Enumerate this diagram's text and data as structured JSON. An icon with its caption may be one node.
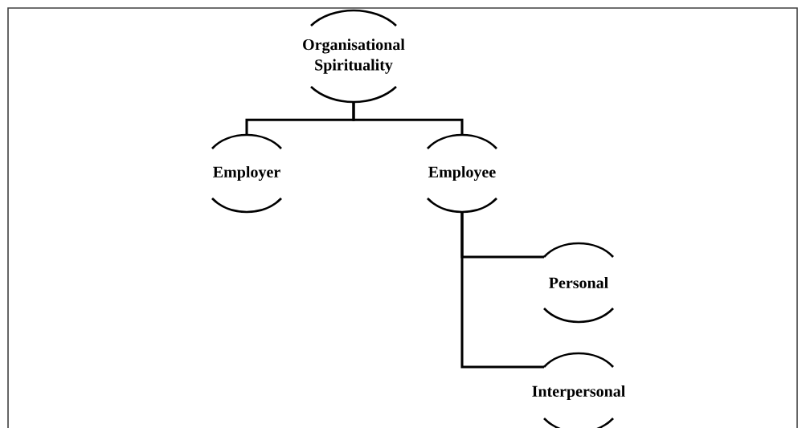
{
  "diagram": {
    "nodes": [
      {
        "text": [
          "Organisational Spirituality"
        ]
      },
      {
        "text": [
          "Employer"
        ]
      },
      {
        "text": [
          "Employee"
        ]
      },
      {
        "text": [
          "Personal"
        ]
      },
      {
        "text": [
          "Interpersonal"
        ]
      }
    ],
    "edges": [
      {
        "from": 0,
        "to": 1,
        "arrow": "none"
      },
      {
        "from": 0,
        "to": 2,
        "arrow": "none"
      },
      {
        "from": 2,
        "to": 3,
        "arrow": "none"
      },
      {
        "from": 2,
        "to": 4,
        "arrow": "none"
      }
    ]
  }
}
